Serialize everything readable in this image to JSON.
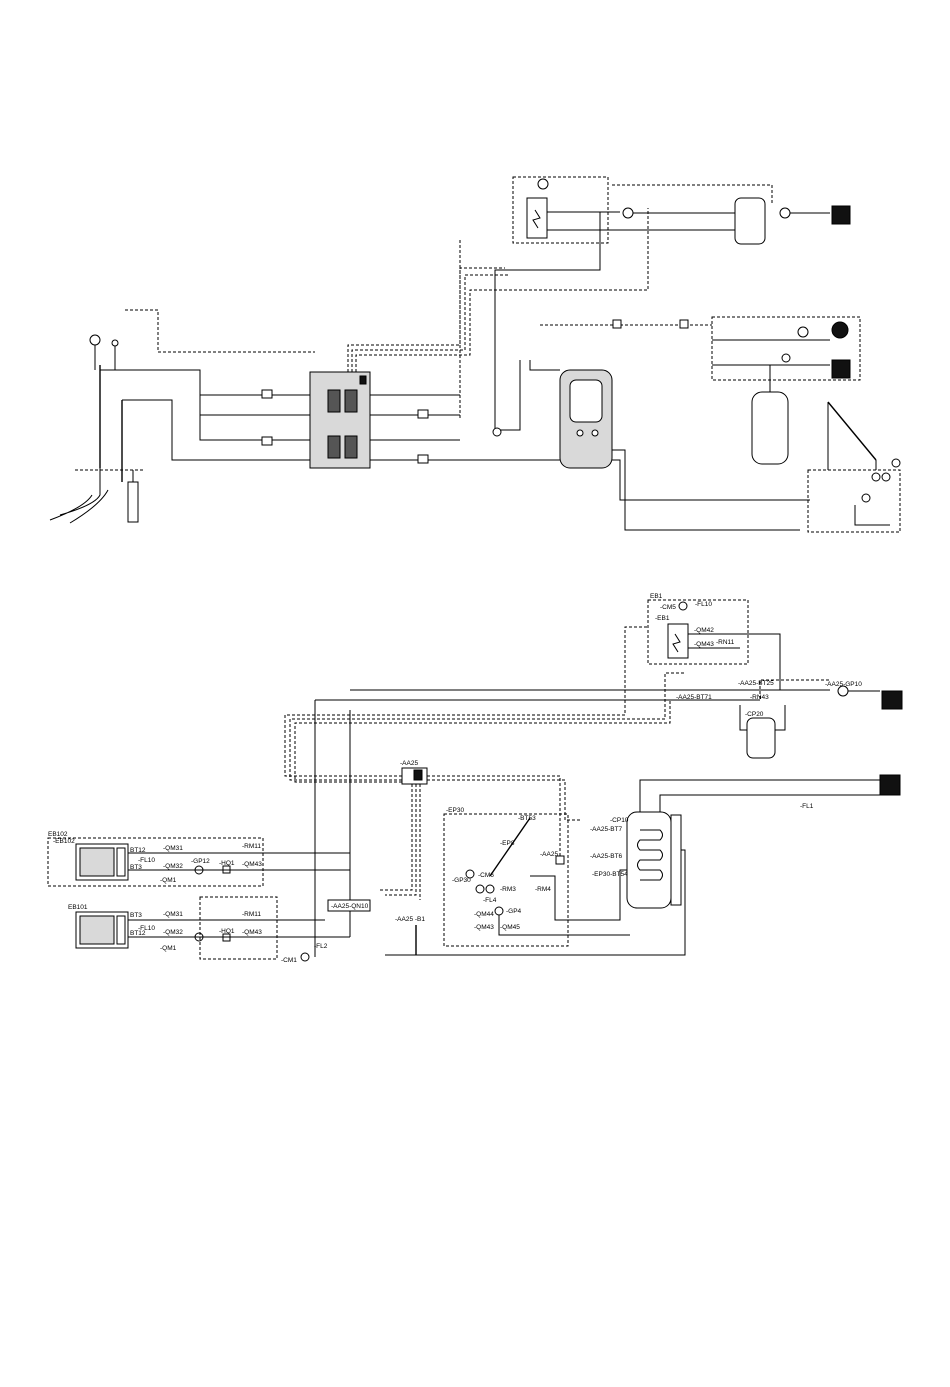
{
  "labels": {
    "eb102_title": "EB102",
    "eb102_sub": "-EB102",
    "eb101_title": "EB101",
    "bt3": "BT3",
    "bt12": "BT12",
    "qm31": "-QM31",
    "qm32": "-QM32",
    "qm1": "-QM1",
    "qm43": "-QM43",
    "rm11": "-RM11",
    "fl10": "-FL10",
    "gp12": "-GP12",
    "hq1": "-HQ1",
    "cm1": "-CM1",
    "fl2": "-FL2",
    "aa25": "-AA25",
    "aa25_qn10": "-AA25-QN10",
    "aa25_b1": "-AA25 -B1",
    "ep30": "-EP30",
    "bt53": "-BT53",
    "ep8": "-EP8",
    "aa25_short": "-AA25",
    "gp30": "-GP30",
    "cm6": "-CM6",
    "rm3": "-RM3",
    "rm4": "-RM4",
    "fl4": "-FL4",
    "gp4": "-GP4",
    "qm44": "-QM44",
    "qm45": "-QM45",
    "qm43b": "-QM43",
    "cp10": "-CP10",
    "aa25_bt7": "-AA25-BT7",
    "aa25_bt6": "-AA25-BT6",
    "ep30_bt54": "-EP30-BT54",
    "fl1": "-FL1",
    "eb1_title": "EB1",
    "eb1_cm5": "-CM5",
    "eb1_fl10": "-FL10",
    "eb1_sub": "-EB1",
    "eb1_qm42": "-QM42",
    "eb1_qm43": "-QM43",
    "eb1_rn11": "-RN11",
    "aa25_bt25": "-AA25-BT25",
    "aa25_gp10": "-AA25-GP10",
    "rn43": "-RN43",
    "aa25_bt71": "-AA25-BT71",
    "cp20": "-CP20"
  },
  "icons": [
    "radiator-icon",
    "tap-icon",
    "pool-icon",
    "solar-collector-icon",
    "ground-collector-icon",
    "heat-pump-icon"
  ]
}
